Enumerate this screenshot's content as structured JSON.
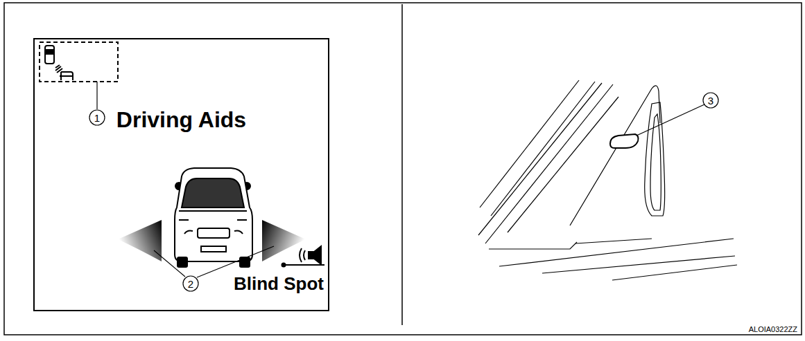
{
  "diagram": {
    "nodes": [
      {
        "text": [
          "Driving Aids",
          "Blind Spot"
        ]
      }
    ],
    "labels": [
      "1",
      "2",
      "3",
      "ALOIA0322ZZ"
    ]
  }
}
